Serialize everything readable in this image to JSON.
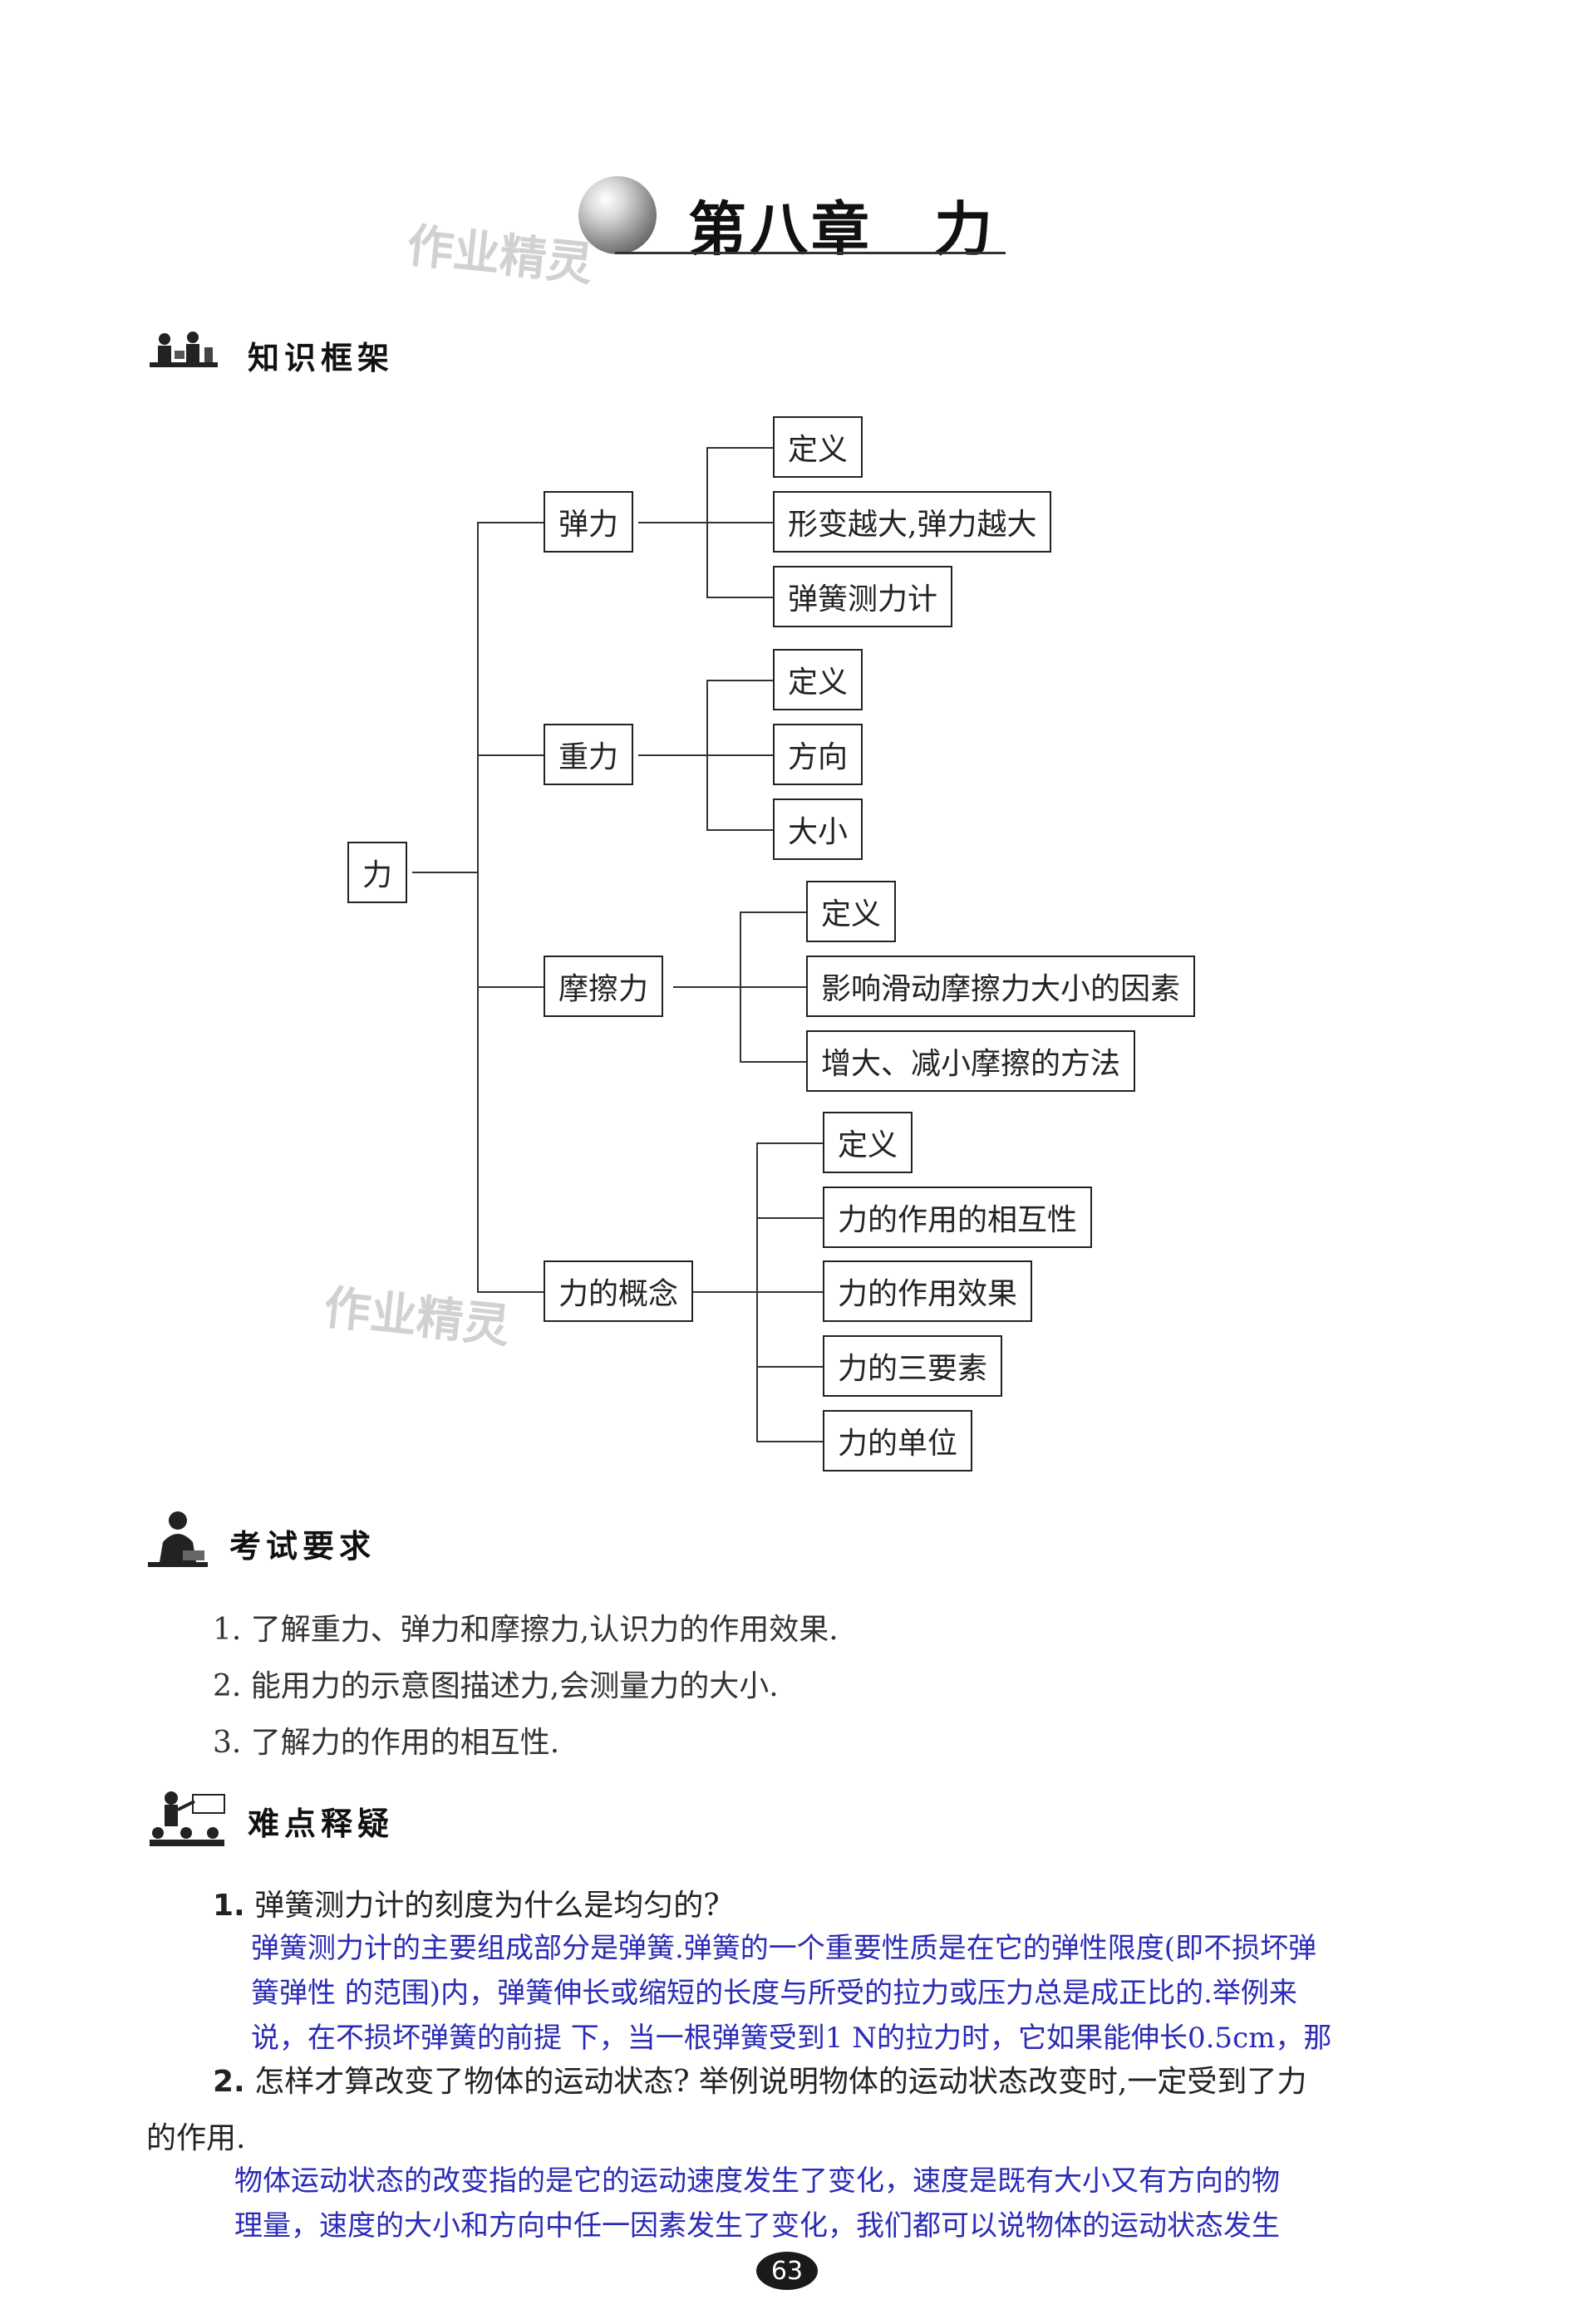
{
  "header": {
    "chapter_title": "第八章　力",
    "watermark": "作业精灵"
  },
  "sections": {
    "framework": "知识框架",
    "requirements": "考试要求",
    "difficulties": "难点释疑"
  },
  "tree": {
    "root": "力",
    "branches": [
      {
        "label": "弹力",
        "children": [
          "定义",
          "形变越大,弹力越大",
          "弹簧测力计"
        ]
      },
      {
        "label": "重力",
        "children": [
          "定义",
          "方向",
          "大小"
        ]
      },
      {
        "label": "摩擦力",
        "children": [
          "定义",
          "影响滑动摩擦力大小的因素",
          "增大、减小摩擦的方法"
        ]
      },
      {
        "label": "力的概念",
        "children": [
          "定义",
          "力的作用的相互性",
          "力的作用效果",
          "力的三要素",
          "力的单位"
        ]
      }
    ]
  },
  "requirements": [
    "1. 了解重力、弹力和摩擦力,认识力的作用效果.",
    "2. 能用力的示意图描述力,会测量力的大小.",
    "3. 了解力的作用的相互性."
  ],
  "qa": [
    {
      "num": "1.",
      "question": "弹簧测力计的刻度为什么是均匀的?",
      "answer_lines": [
        "弹簧测力计的主要组成部分是弹簧.弹簧的一个重要性质是在它的弹性限度(即不损坏弹",
        "簧弹性 的范围)内，弹簧伸长或缩短的长度与所受的拉力或压力总是成正比的.举例来",
        "说，在不损坏弹簧的前提 下，当一根弹簧受到1 N的拉力时，它如果能伸长0.5cm，那"
      ]
    },
    {
      "num": "2.",
      "question_lines": [
        "怎样才算改变了物体的运动状态? 举例说明物体的运动状态改变时,一定受到了力",
        "的作用."
      ],
      "answer_lines": [
        "物体运动状态的改变指的是它的运动速度发生了变化，速度是既有大小又有方向的物",
        "理量，速度的大小和方向中任一因素发生了变化，我们都可以说物体的运动状态发生"
      ]
    }
  ],
  "page_number": "63"
}
